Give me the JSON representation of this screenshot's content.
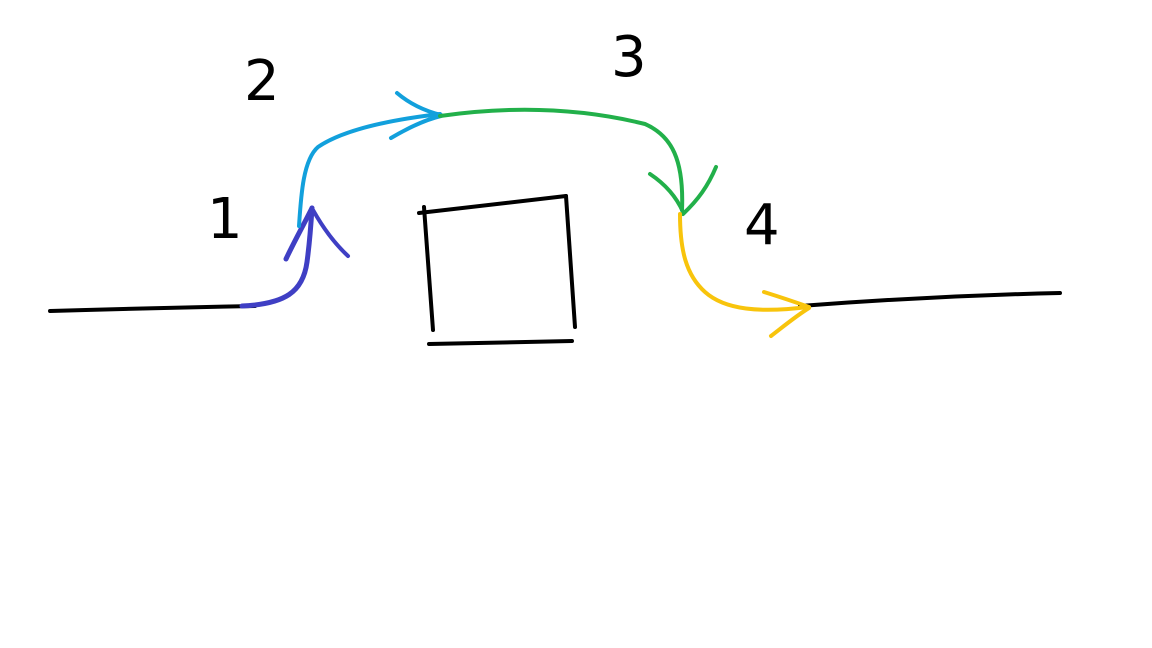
{
  "diagram": {
    "step_labels": [
      "1",
      "2",
      "3",
      "4"
    ],
    "colors": {
      "ink": "#000000",
      "segment_1": "#3f3fc4",
      "segment_2": "#12a0dc",
      "segment_3": "#22b04a",
      "segment_4": "#f8c40c"
    }
  }
}
